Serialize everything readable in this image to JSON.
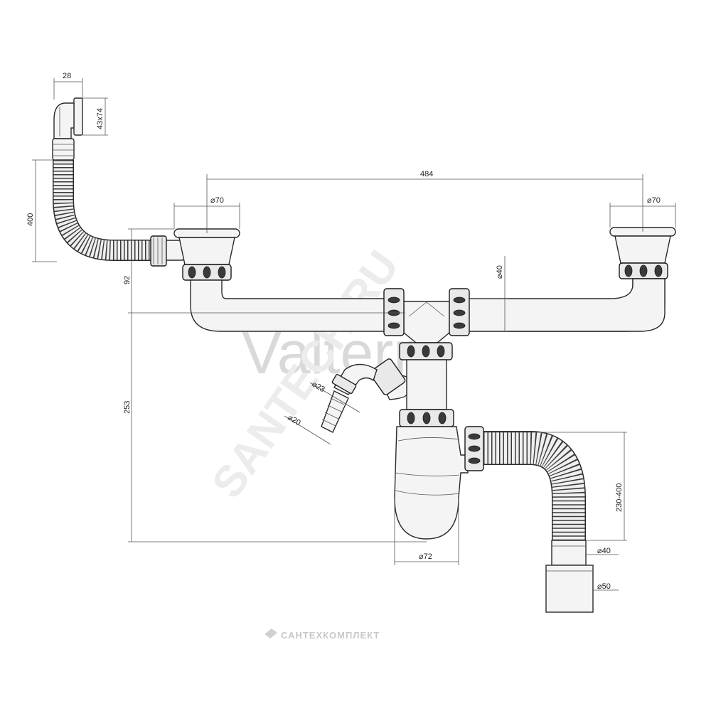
{
  "watermarks": {
    "brand": "Valterra",
    "site": "SANTECH.RU",
    "company": "САНТЕХКОМПЛЕКТ"
  },
  "dimensions": {
    "overflow_width": "28",
    "overflow_plate": "43x74",
    "hose_height": "400",
    "drain_spacing": "484",
    "left_drain_dia": "⌀70",
    "right_drain_dia": "⌀70",
    "pipe_dia": "⌀40",
    "height_92": "92",
    "height_253": "253",
    "inlet_dia_23": "⌀23",
    "inlet_dia_20": "⌀20",
    "trap_dia": "⌀72",
    "flex_range": "230-400",
    "outlet_dia_40": "⌀40",
    "outlet_dia_50": "⌀50"
  }
}
